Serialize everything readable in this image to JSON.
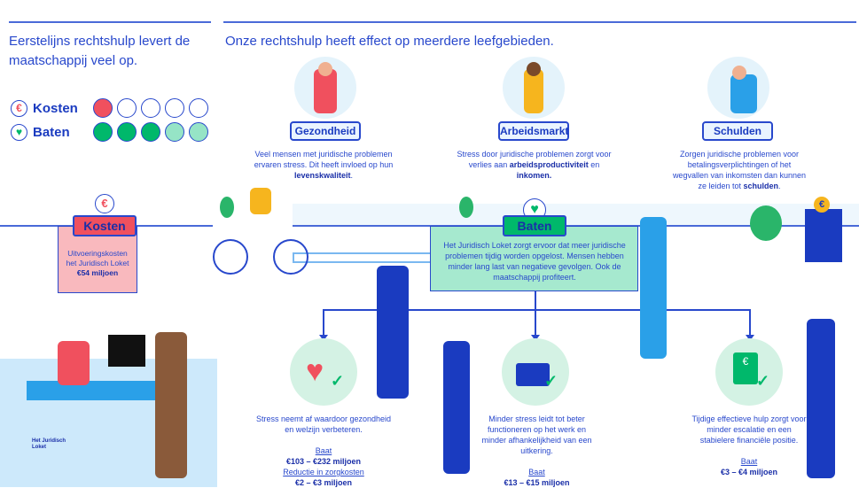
{
  "left": {
    "title": "Eerstelijns rechtshulp levert de maatschappij veel op.",
    "legend": [
      {
        "label": "Kosten",
        "icon": "euro-icon",
        "filled": 1,
        "total": 5,
        "color": "#f0505e"
      },
      {
        "label": "Baten",
        "icon": "heart-icon",
        "filled": 3,
        "half": 2,
        "total": 5,
        "color": "#00b86b",
        "light_color": "#96e4c6"
      }
    ]
  },
  "right": {
    "title": "Onze rechtshulp heeft effect op meerdere leefgebieden.",
    "areas": [
      {
        "label": "Gezondheid",
        "text": "Veel mensen met juridische problemen ervaren stress. Dit heeft invloed op hun",
        "bold": "levenskwaliteit",
        "tail": "."
      },
      {
        "label": "Arbeidsmarkt",
        "text": "Stress door juridische problemen zorgt voor verlies aan",
        "bold": "arbeidsproductiviteit",
        "mid": " en ",
        "bold2": "inkomen."
      },
      {
        "label": "Schulden",
        "text": "Zorgen juridische problemen voor betalingsverplichtingen of het wegvallen van inkomsten dan kunnen ze leiden tot",
        "bold": "schulden",
        "tail": "."
      }
    ]
  },
  "kosten": {
    "symbol": "€",
    "label": "Kosten",
    "text": "Uitvoeringskosten het Juridisch Loket",
    "value": "€54 miljoen"
  },
  "baten": {
    "label": "Baten",
    "text": "Het Juridisch Loket zorgt ervoor dat meer juridische problemen tijdig worden opgelost. Mensen hebben minder lang last van negatieve gevolgen. Ook de maatschappij profiteert."
  },
  "effects": [
    {
      "text": "Stress neemt af waardoor gezondheid en welzijn verbeteren.",
      "l1": "Baat",
      "v1": "€103 – €232 miljoen",
      "l2": "Reductie in zorgkosten",
      "v2": "€2 – €3 miljoen"
    },
    {
      "text": "Minder stress leidt tot beter functioneren op het werk en minder afhankelijkheid van een uitkering.",
      "l1": "Baat",
      "v1": "€13 – €15 miljoen"
    },
    {
      "text": "Tijdige effectieve hulp zorgt voor minder escalatie en een stabielere financiële positie.",
      "l1": "Baat",
      "v1": "€3 – €4 miljoen"
    }
  ],
  "logo": "Het Juridisch Loket",
  "colors": {
    "blue": "#2848cc",
    "red": "#f0505e",
    "green": "#00b86b",
    "pink": "#f9b9be",
    "mint": "#a6e9cf"
  }
}
